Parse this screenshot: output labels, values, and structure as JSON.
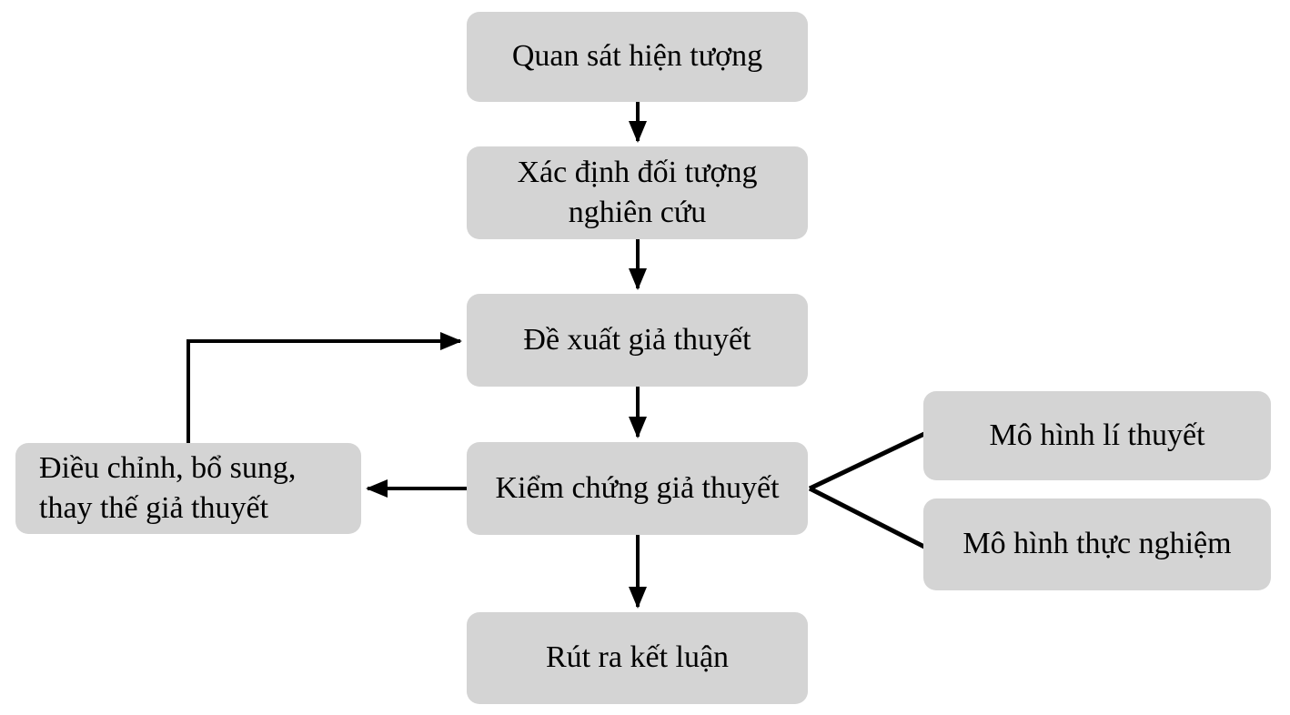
{
  "flowchart": {
    "nodes": {
      "observe": {
        "label": "Quan sát hiện tượng"
      },
      "define": {
        "label": [
          "Xác định đối tượng",
          "nghiên cứu"
        ]
      },
      "propose": {
        "label": "Đề xuất giả thuyết"
      },
      "verify": {
        "label": "Kiểm chứng giả thuyết"
      },
      "conclude": {
        "label": "Rút ra kết luận"
      },
      "adjust": {
        "label": [
          "Điều chỉnh, bổ sung,",
          "thay thế giả thuyết"
        ]
      },
      "model_theory": {
        "label": "Mô hình lí thuyết"
      },
      "model_experiment": {
        "label": "Mô hình thực nghiệm"
      }
    },
    "colors": {
      "node_bg": "#d4d4d4",
      "text": "#000000",
      "connector": "#000000",
      "background": "#ffffff"
    }
  }
}
